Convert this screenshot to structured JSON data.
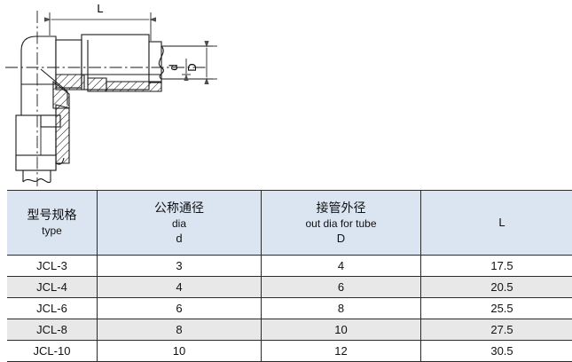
{
  "drawing": {
    "title": "elbow-fitting-cross-section",
    "dimensions": {
      "length_label": "L",
      "inner_dia_label": "d",
      "outer_dia_label": "D"
    },
    "line_color": "#1a1a1a",
    "dim_color": "#4d4d4d"
  },
  "table": {
    "header_bg": "#dbe5f1",
    "row_alt_bg": "#e8e8e8",
    "border_color": "#2b2b2b",
    "columns": [
      {
        "cn": "型号规格",
        "en": "type",
        "sym": ""
      },
      {
        "cn": "公称通径",
        "en": "dia",
        "sym": "d"
      },
      {
        "cn": "接管外径",
        "en": "out dia for tube",
        "sym": "D"
      },
      {
        "cn": "",
        "en": "",
        "sym": "L"
      }
    ],
    "rows": [
      {
        "type": "JCL-3",
        "d": "3",
        "D": "4",
        "L": "17.5"
      },
      {
        "type": "JCL-4",
        "d": "4",
        "D": "6",
        "L": "20.5"
      },
      {
        "type": "JCL-6",
        "d": "6",
        "D": "8",
        "L": "25.5"
      },
      {
        "type": "JCL-8",
        "d": "8",
        "D": "10",
        "L": "27.5"
      },
      {
        "type": "JCL-10",
        "d": "10",
        "D": "12",
        "L": "30.5"
      }
    ]
  }
}
